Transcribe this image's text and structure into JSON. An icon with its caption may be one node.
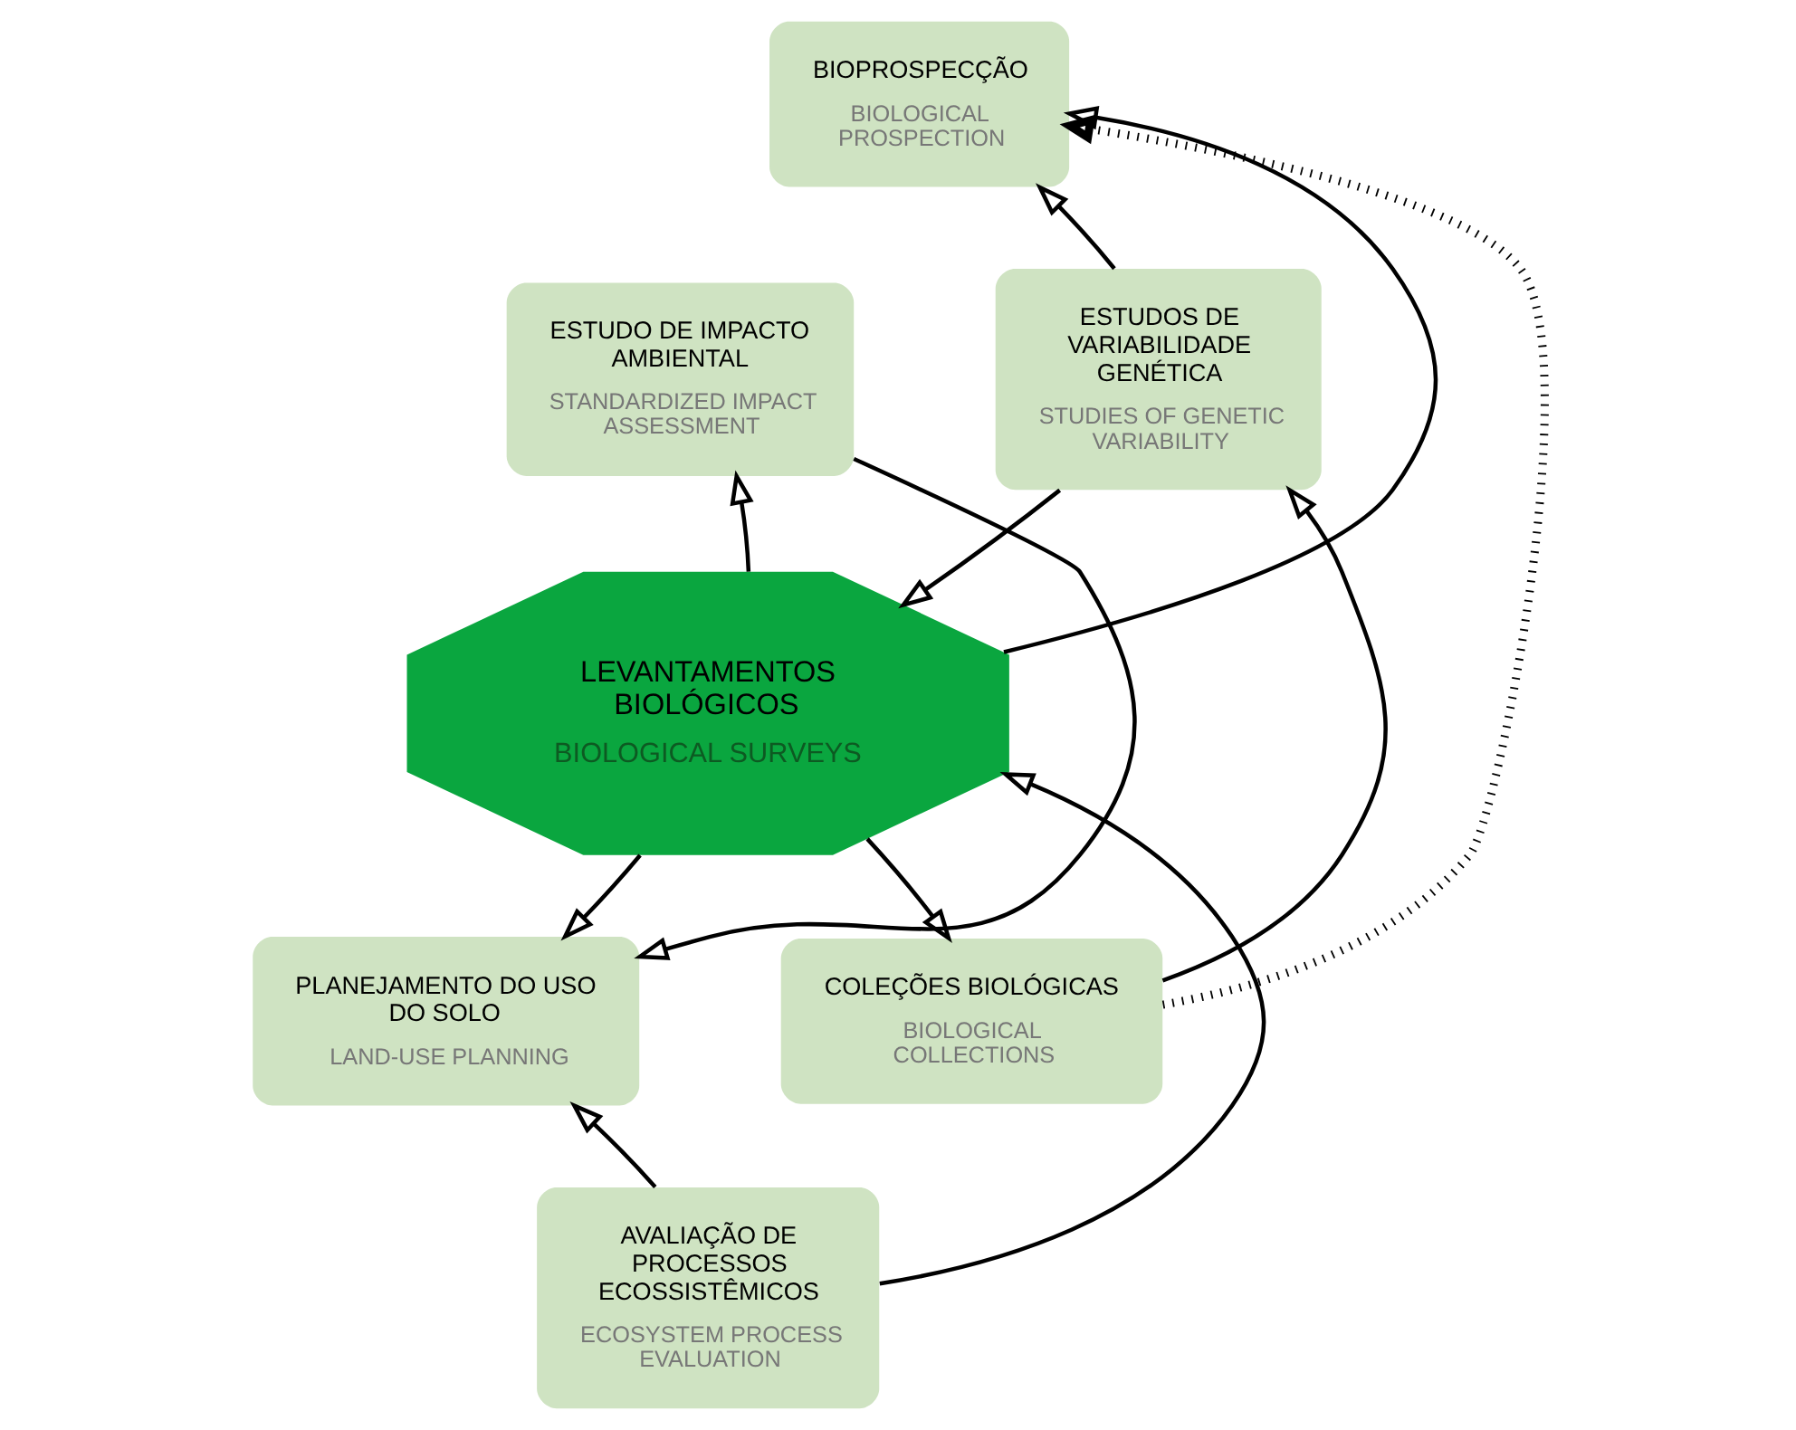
{
  "diagram": {
    "nodes": [
      {
        "text": [
          "BIOPROSPECÇÃO",
          "BIOLOGICAL PROSPECTION"
        ]
      },
      {
        "text": [
          "ESTUDO DE IMPACTO AMBIENTAL",
          "STANDARDIZED IMPACT ASSESSMENT"
        ]
      },
      {
        "text": [
          "ESTUDOS DE VARIABILIDADE GENÉTICA",
          "STUDIES OF GENETIC VARIABILITY"
        ]
      },
      {
        "text": [
          "LEVANTAMENTOS BIOLÓGICOS",
          "BIOLOGICAL SURVEYS"
        ]
      },
      {
        "text": [
          "PLANEJAMENTO DO USO DO SOLO",
          "LAND-USE PLANNING"
        ]
      },
      {
        "text": [
          "COLEÇÕES BIOLÓGICAS",
          "BIOLOGICAL COLLECTIONS"
        ]
      },
      {
        "text": [
          "AVALIAÇÃO DE PROCESSOS ECOSSISTÊMICOS",
          "ECOSYSTEM PROCESS EVALUATION"
        ]
      }
    ],
    "edges": [
      {
        "from": 3,
        "to": 0,
        "arrow": "to"
      },
      {
        "from": 3,
        "to": 1,
        "arrow": "to"
      },
      {
        "from": 3,
        "to": 4,
        "arrow": "to"
      },
      {
        "from": 3,
        "to": 5,
        "arrow": "to"
      },
      {
        "from": 6,
        "to": 3,
        "arrow": "to"
      },
      {
        "from": 6,
        "to": 4,
        "arrow": "to"
      },
      {
        "from": 1,
        "to": 4,
        "arrow": "to"
      },
      {
        "from": 5,
        "to": 2,
        "arrow": "to"
      },
      {
        "from": 2,
        "to": 0,
        "arrow": "to"
      },
      {
        "from": 2,
        "to": 3,
        "arrow": "to"
      },
      {
        "from": 5,
        "to": 0,
        "arrow": "to",
        "style": "dashed"
      }
    ]
  }
}
